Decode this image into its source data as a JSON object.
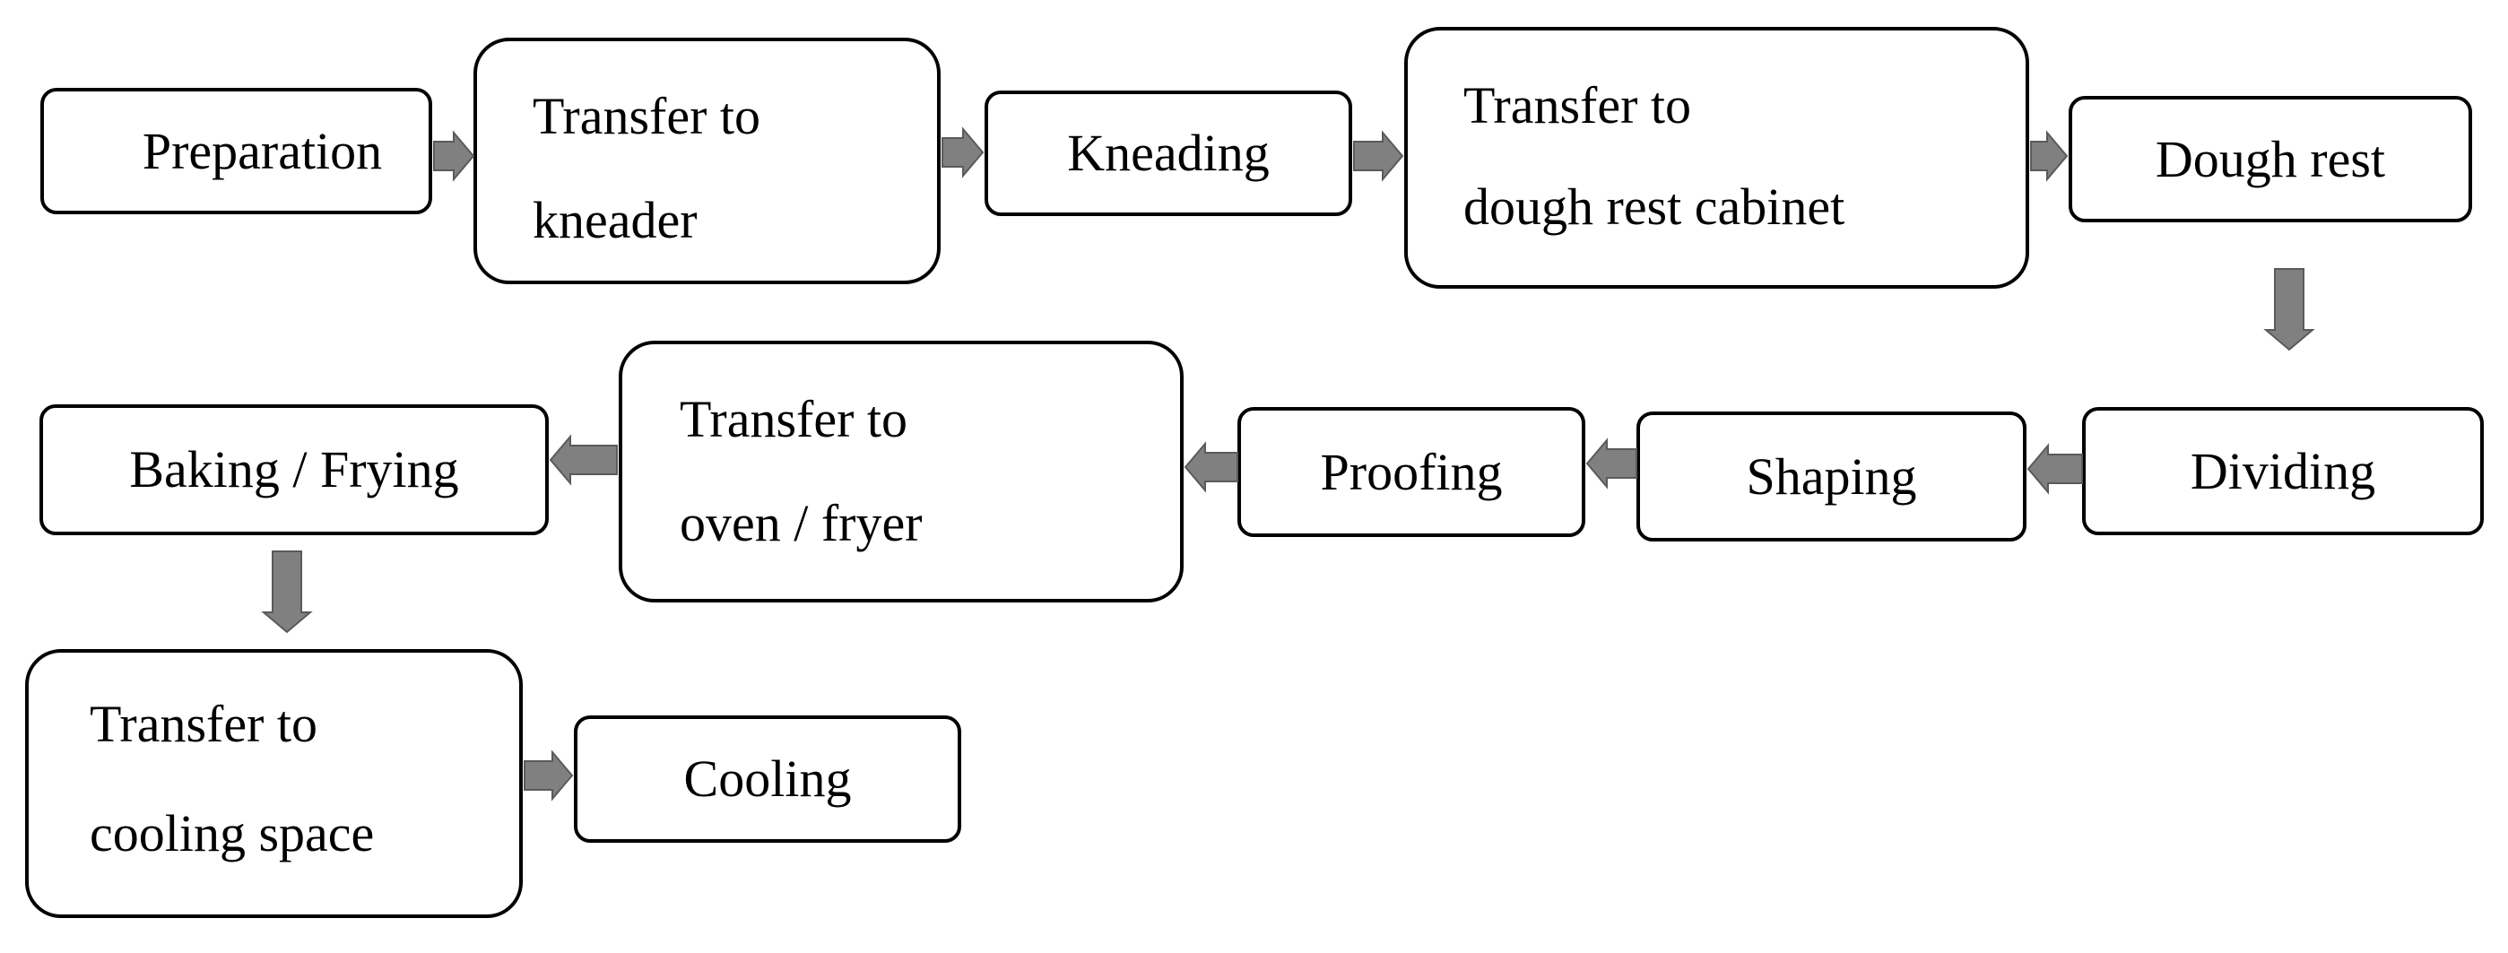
{
  "diagram": {
    "steps": {
      "preparation": [
        "Preparation"
      ],
      "transfer_kneader": [
        "Transfer to",
        "kneader"
      ],
      "kneading": [
        "Kneading"
      ],
      "transfer_rest": [
        "Transfer to",
        "dough rest cabinet"
      ],
      "dough_rest": [
        "Dough rest"
      ],
      "dividing": [
        "Dividing"
      ],
      "shaping": [
        "Shaping"
      ],
      "proofing": [
        "Proofing"
      ],
      "transfer_oven": [
        "Transfer to",
        "oven / fryer"
      ],
      "baking": [
        "Baking / Frying"
      ],
      "transfer_cooling": [
        "Transfer to",
        "cooling space"
      ],
      "cooling": [
        "Cooling"
      ]
    },
    "arrow_color": "#808080",
    "arrow_edge_color": "#5a5a5a"
  }
}
